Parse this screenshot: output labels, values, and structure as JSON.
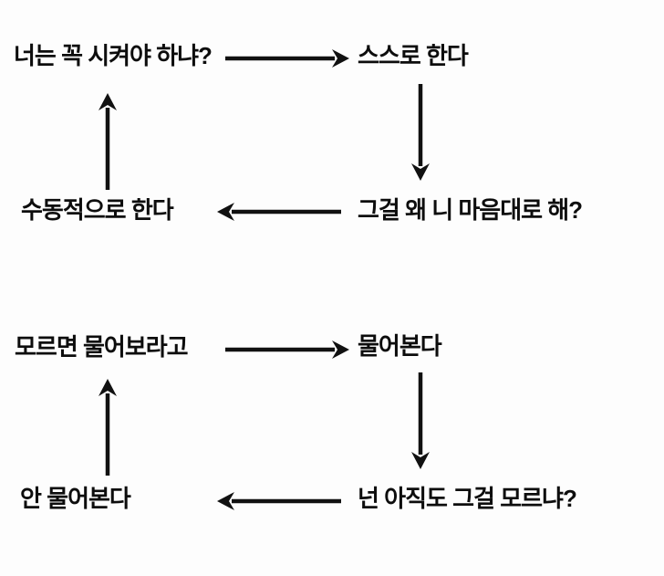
{
  "page": {
    "background": "#fdfdfd",
    "text_color": "#0d0d0d",
    "arrow_color": "#111111"
  },
  "diagram": {
    "type": "flow-cycles",
    "cycles": [
      {
        "name": "self-initiative-cycle",
        "nodes": {
          "top_left": "너는 꼭 시켜야 하냐?",
          "top_right": "스스로 한다",
          "bottom_right": "그걸 왜 니 마음대로 해?",
          "bottom_left": "수동적으로 한다"
        },
        "edges": [
          {
            "from": "top_left",
            "to": "top_right",
            "direction": "right"
          },
          {
            "from": "top_right",
            "to": "bottom_right",
            "direction": "down"
          },
          {
            "from": "bottom_right",
            "to": "bottom_left",
            "direction": "left"
          },
          {
            "from": "bottom_left",
            "to": "top_left",
            "direction": "up"
          }
        ]
      },
      {
        "name": "asking-cycle",
        "nodes": {
          "top_left": "모르면 물어보라고",
          "top_right": "물어본다",
          "bottom_right": "넌 아직도 그걸 모르냐?",
          "bottom_left": "안 물어본다"
        },
        "edges": [
          {
            "from": "top_left",
            "to": "top_right",
            "direction": "right"
          },
          {
            "from": "top_right",
            "to": "bottom_right",
            "direction": "down"
          },
          {
            "from": "bottom_right",
            "to": "bottom_left",
            "direction": "left"
          },
          {
            "from": "bottom_left",
            "to": "top_left",
            "direction": "up"
          }
        ]
      }
    ]
  }
}
